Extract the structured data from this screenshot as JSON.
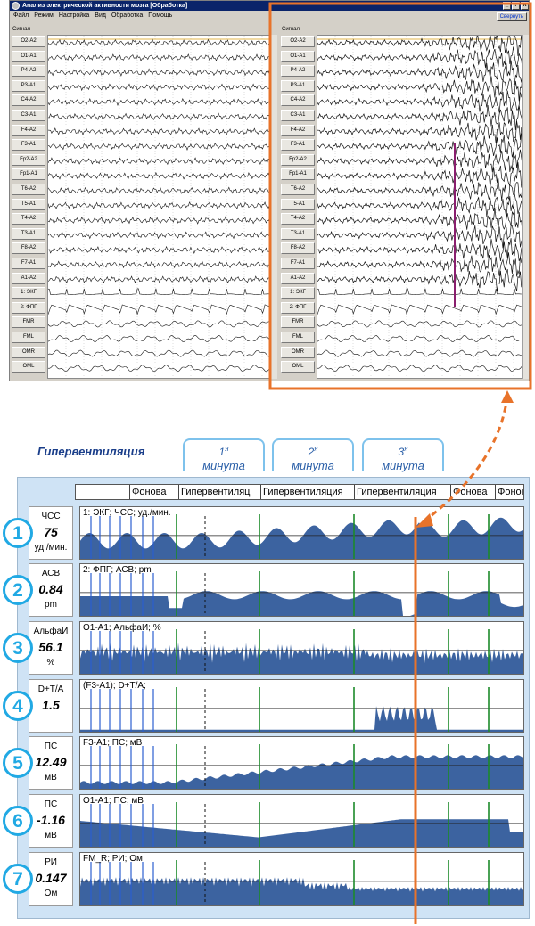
{
  "window": {
    "title": "Анализ электрической активности мозга [Обработка]",
    "menu": [
      "Файл",
      "Режим",
      "Настройка",
      "Вид",
      "Обработка",
      "Помощь"
    ],
    "collapse_label": "Свернуть",
    "title_buttons": [
      "_",
      "?",
      "X"
    ]
  },
  "eeg_panels": {
    "header_label": "Сигнал",
    "channels": [
      "O2-A2",
      "O1-A1",
      "P4-A2",
      "P3-A1",
      "C4-A2",
      "C3-A1",
      "F4-A2",
      "F3-A1",
      "Fp2-A2",
      "Fp1-A1",
      "T6-A2",
      "T5-A1",
      "T4-A2",
      "T3-A1",
      "F8-A2",
      "F7-A1",
      "A1-A2",
      "1: ЭКГ",
      "2: ФПГ",
      "FMR",
      "FML",
      "OMR",
      "OML"
    ]
  },
  "hyperventilation": {
    "title": "Гипервентиляция",
    "minutes": [
      {
        "ordinal": "1",
        "suffix": "я",
        "label": "минута"
      },
      {
        "ordinal": "2",
        "suffix": "я",
        "label": "минута"
      },
      {
        "ordinal": "3",
        "suffix": "я",
        "label": "минута"
      }
    ],
    "header_segments": [
      "Фонова",
      "Гипервентиляц",
      "Гипервентиляция",
      "Гипервентиляция",
      "Фонова",
      "Фонова"
    ]
  },
  "metrics": [
    {
      "num": "1",
      "name": "ЧСС",
      "value": "75",
      "unit": "уд./мин.",
      "label": "1: ЭКГ; ЧСС; уд./мин."
    },
    {
      "num": "2",
      "name": "АСВ",
      "value": "0.84",
      "unit": "pm",
      "label": "2: ФПГ; АСВ; pm"
    },
    {
      "num": "3",
      "name": "АльфаИ",
      "value": "56.1",
      "unit": "%",
      "label": "O1-A1; АльфаИ; %"
    },
    {
      "num": "4",
      "name": "D+T/A",
      "value": "1.5",
      "unit": "",
      "label": "(F3-A1); D+T/A;"
    },
    {
      "num": "5",
      "name": "ПС",
      "value": "12.49",
      "unit": "мВ",
      "label": "F3-A1; ПС; мВ"
    },
    {
      "num": "6",
      "name": "ПС",
      "value": "-1.16",
      "unit": "мВ",
      "label": "O1-A1; ПС; мВ"
    },
    {
      "num": "7",
      "name": "РИ",
      "value": "0.147",
      "unit": "Ом",
      "label": "FM_R; РИ; Ом"
    }
  ],
  "colors": {
    "accent_orange": "#e8732a",
    "trend_fill": "#3c63a0",
    "marker_green": "#1c8a2a",
    "circle_blue": "#21a9e4",
    "panel_bg": "#cfe3f5"
  }
}
